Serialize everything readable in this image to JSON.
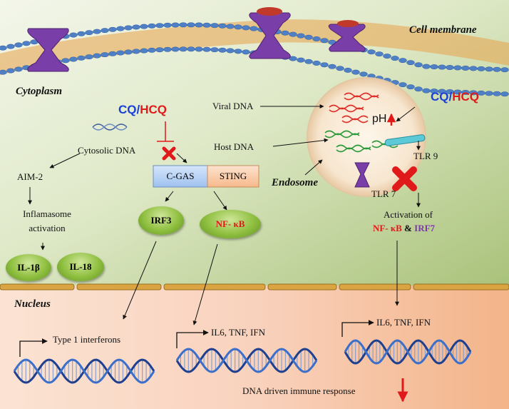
{
  "labels": {
    "cell_membrane": "Cell membrane",
    "cytoplasm": "Cytoplasm",
    "nucleus": "Nucleus",
    "endosome": "Endosome",
    "cq": "CQ",
    "slash": "/",
    "hcq": "HCQ",
    "viral_dna": "Viral DNA",
    "host_dna": "Host DNA",
    "cytosolic_dna": "Cytosolic DNA",
    "ph": "pH",
    "tlr9": "TLR 9",
    "tlr7": "TLR 7",
    "aim2": "AIM-2",
    "inflammasome_line1": "Inflamasome",
    "inflammasome_line2": "activation",
    "cgas": "C-GAS",
    "sting": "STING",
    "irf3": "IRF3",
    "nfkb": "NF- κB",
    "il1b": "IL-1β",
    "il18": "IL-18",
    "activation_of": "Activation of",
    "nfkb_and": "NF- κB",
    "ampersand": " & ",
    "irf7": "IRF7",
    "type1_interferons": "Type 1 interferons",
    "cytokines_1": "IL6, TNF, IFN",
    "cytokines_2": "IL6, TNF, IFN",
    "dna_response": "DNA driven immune response"
  },
  "colors": {
    "cq_blue": "#1a3fd6",
    "hcq_blue": "#1a3fd6",
    "nfkb_red": "#e01a1a",
    "irf7_purple": "#7a3aa8",
    "block_red": "#e01a1a",
    "membrane_blue": "#4f7fc4",
    "receptor_purple": "#7a3ea8",
    "nucleus_gold": "#d9a441"
  }
}
